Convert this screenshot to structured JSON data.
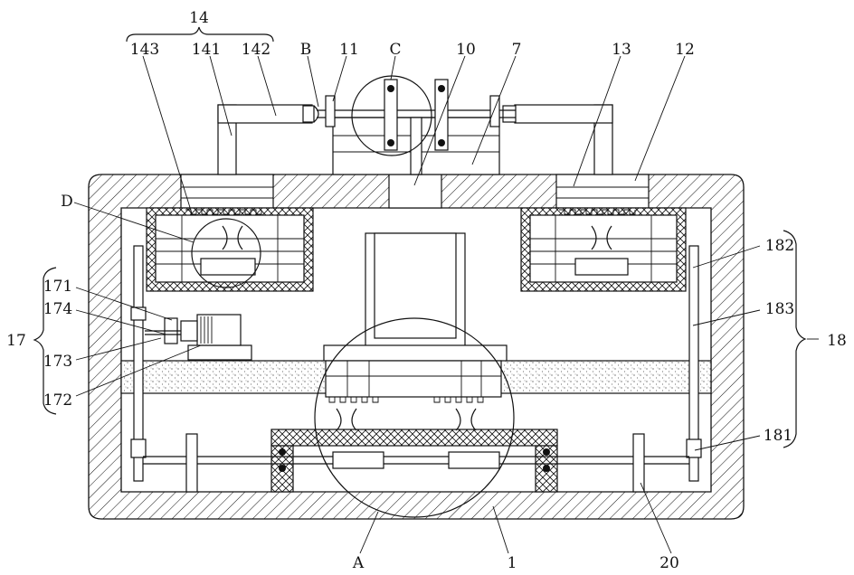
{
  "labels": {
    "l14": "14",
    "l143": "143",
    "l141": "141",
    "l142": "142",
    "lB": "B",
    "l11": "11",
    "lC": "C",
    "l10": "10",
    "l7": "7",
    "l13": "13",
    "l12": "12",
    "lD": "D",
    "l182": "182",
    "l171": "171",
    "l174": "174",
    "l17": "17",
    "l173": "173",
    "l172": "172",
    "l183": "183",
    "l18": "18",
    "l181": "181",
    "lA": "A",
    "l1": "1",
    "l20": "20"
  }
}
